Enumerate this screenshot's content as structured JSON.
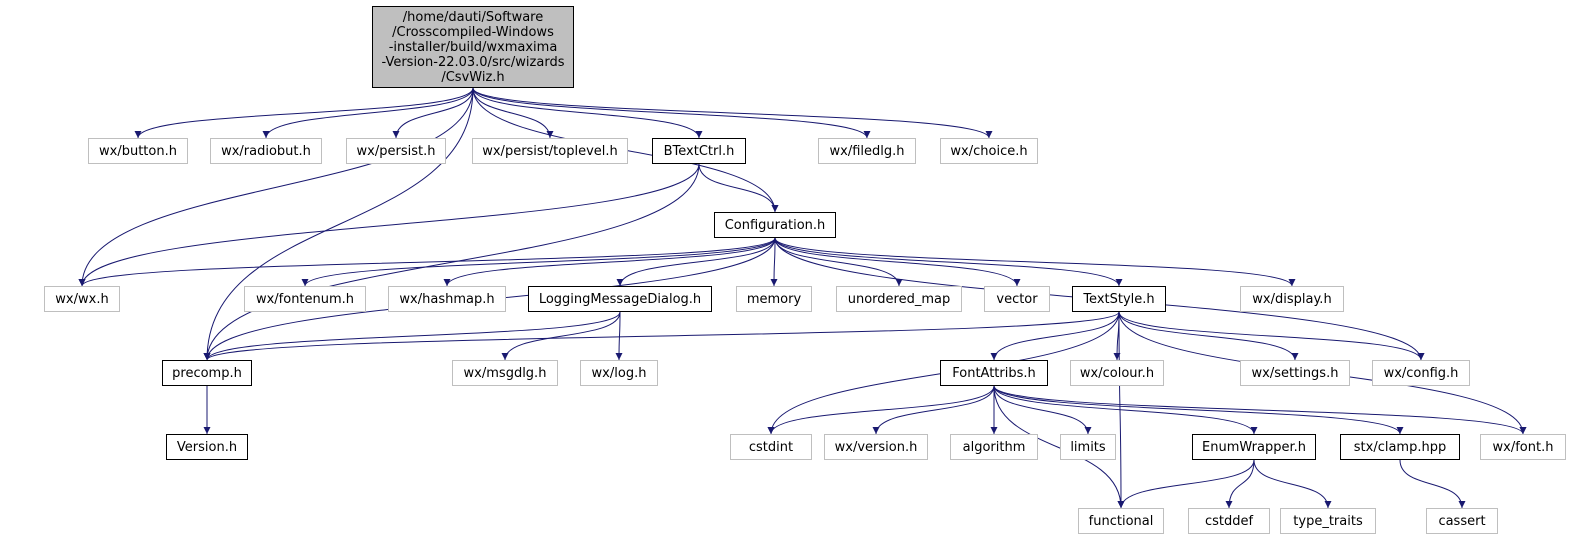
{
  "root": {
    "id": "csvwiz",
    "label": "/home/dauti/Software\n/Crosscompiled-Windows\n-installer/build/wxmaxima\n-Version-22.03.0/src/wizards\n/CsvWiz.h"
  },
  "nodes": [
    {
      "id": "wx_button",
      "label": "wx/button.h",
      "kind": "external"
    },
    {
      "id": "wx_radiobut",
      "label": "wx/radiobut.h",
      "kind": "external"
    },
    {
      "id": "wx_persist",
      "label": "wx/persist.h",
      "kind": "external"
    },
    {
      "id": "wx_persist_toplevel",
      "label": "wx/persist/toplevel.h",
      "kind": "external"
    },
    {
      "id": "btextctrl",
      "label": "BTextCtrl.h",
      "kind": "documented"
    },
    {
      "id": "wx_filedlg",
      "label": "wx/filedlg.h",
      "kind": "external"
    },
    {
      "id": "wx_choice",
      "label": "wx/choice.h",
      "kind": "external"
    },
    {
      "id": "configuration",
      "label": "Configuration.h",
      "kind": "documented"
    },
    {
      "id": "wx_wx",
      "label": "wx/wx.h",
      "kind": "external"
    },
    {
      "id": "wx_fontenum",
      "label": "wx/fontenum.h",
      "kind": "external"
    },
    {
      "id": "wx_hashmap",
      "label": "wx/hashmap.h",
      "kind": "external"
    },
    {
      "id": "loggingmessagedialog",
      "label": "LoggingMessageDialog.h",
      "kind": "documented"
    },
    {
      "id": "memory",
      "label": "memory",
      "kind": "external"
    },
    {
      "id": "unordered_map",
      "label": "unordered_map",
      "kind": "external"
    },
    {
      "id": "vector",
      "label": "vector",
      "kind": "external"
    },
    {
      "id": "textstyle",
      "label": "TextStyle.h",
      "kind": "documented"
    },
    {
      "id": "wx_display",
      "label": "wx/display.h",
      "kind": "external"
    },
    {
      "id": "precomp",
      "label": "precomp.h",
      "kind": "documented"
    },
    {
      "id": "wx_msgdlg",
      "label": "wx/msgdlg.h",
      "kind": "external"
    },
    {
      "id": "wx_log",
      "label": "wx/log.h",
      "kind": "external"
    },
    {
      "id": "fontattribs",
      "label": "FontAttribs.h",
      "kind": "documented"
    },
    {
      "id": "wx_colour",
      "label": "wx/colour.h",
      "kind": "external"
    },
    {
      "id": "wx_settings",
      "label": "wx/settings.h",
      "kind": "external"
    },
    {
      "id": "wx_config",
      "label": "wx/config.h",
      "kind": "external"
    },
    {
      "id": "version",
      "label": "Version.h",
      "kind": "documented"
    },
    {
      "id": "cstdint",
      "label": "cstdint",
      "kind": "external"
    },
    {
      "id": "wx_version",
      "label": "wx/version.h",
      "kind": "external"
    },
    {
      "id": "algorithm",
      "label": "algorithm",
      "kind": "external"
    },
    {
      "id": "limits",
      "label": "limits",
      "kind": "external"
    },
    {
      "id": "enumwrapper",
      "label": "EnumWrapper.h",
      "kind": "documented"
    },
    {
      "id": "stx_clamp",
      "label": "stx/clamp.hpp",
      "kind": "documented"
    },
    {
      "id": "wx_font",
      "label": "wx/font.h",
      "kind": "external"
    },
    {
      "id": "functional",
      "label": "functional",
      "kind": "external"
    },
    {
      "id": "cstddef",
      "label": "cstddef",
      "kind": "external"
    },
    {
      "id": "type_traits",
      "label": "type_traits",
      "kind": "external"
    },
    {
      "id": "cassert",
      "label": "cassert",
      "kind": "external"
    }
  ],
  "edges": [
    [
      "csvwiz",
      "wx_button"
    ],
    [
      "csvwiz",
      "wx_radiobut"
    ],
    [
      "csvwiz",
      "wx_persist"
    ],
    [
      "csvwiz",
      "wx_persist_toplevel"
    ],
    [
      "csvwiz",
      "btextctrl"
    ],
    [
      "csvwiz",
      "wx_filedlg"
    ],
    [
      "csvwiz",
      "wx_choice"
    ],
    [
      "csvwiz",
      "configuration"
    ],
    [
      "csvwiz",
      "wx_wx"
    ],
    [
      "csvwiz",
      "precomp"
    ],
    [
      "btextctrl",
      "wx_wx"
    ],
    [
      "btextctrl",
      "configuration"
    ],
    [
      "btextctrl",
      "precomp"
    ],
    [
      "configuration",
      "wx_wx"
    ],
    [
      "configuration",
      "precomp"
    ],
    [
      "configuration",
      "wx_fontenum"
    ],
    [
      "configuration",
      "wx_hashmap"
    ],
    [
      "configuration",
      "loggingmessagedialog"
    ],
    [
      "configuration",
      "memory"
    ],
    [
      "configuration",
      "unordered_map"
    ],
    [
      "configuration",
      "vector"
    ],
    [
      "configuration",
      "textstyle"
    ],
    [
      "configuration",
      "wx_display"
    ],
    [
      "configuration",
      "wx_config"
    ],
    [
      "loggingmessagedialog",
      "precomp"
    ],
    [
      "loggingmessagedialog",
      "wx_msgdlg"
    ],
    [
      "loggingmessagedialog",
      "wx_log"
    ],
    [
      "textstyle",
      "precomp"
    ],
    [
      "textstyle",
      "fontattribs"
    ],
    [
      "textstyle",
      "wx_colour"
    ],
    [
      "textstyle",
      "wx_settings"
    ],
    [
      "textstyle",
      "wx_config"
    ],
    [
      "textstyle",
      "cstdint"
    ],
    [
      "textstyle",
      "functional"
    ],
    [
      "textstyle",
      "wx_font"
    ],
    [
      "precomp",
      "version"
    ],
    [
      "fontattribs",
      "cstdint"
    ],
    [
      "fontattribs",
      "wx_version"
    ],
    [
      "fontattribs",
      "algorithm"
    ],
    [
      "fontattribs",
      "limits"
    ],
    [
      "fontattribs",
      "enumwrapper"
    ],
    [
      "fontattribs",
      "stx_clamp"
    ],
    [
      "fontattribs",
      "wx_font"
    ],
    [
      "fontattribs",
      "functional"
    ],
    [
      "enumwrapper",
      "functional"
    ],
    [
      "enumwrapper",
      "cstddef"
    ],
    [
      "enumwrapper",
      "type_traits"
    ],
    [
      "stx_clamp",
      "cassert"
    ]
  ],
  "colors": {
    "edge": "#191970",
    "documented_border": "#000000",
    "external_border": "#bfbfbf",
    "root_fill": "#bfbfbf"
  }
}
